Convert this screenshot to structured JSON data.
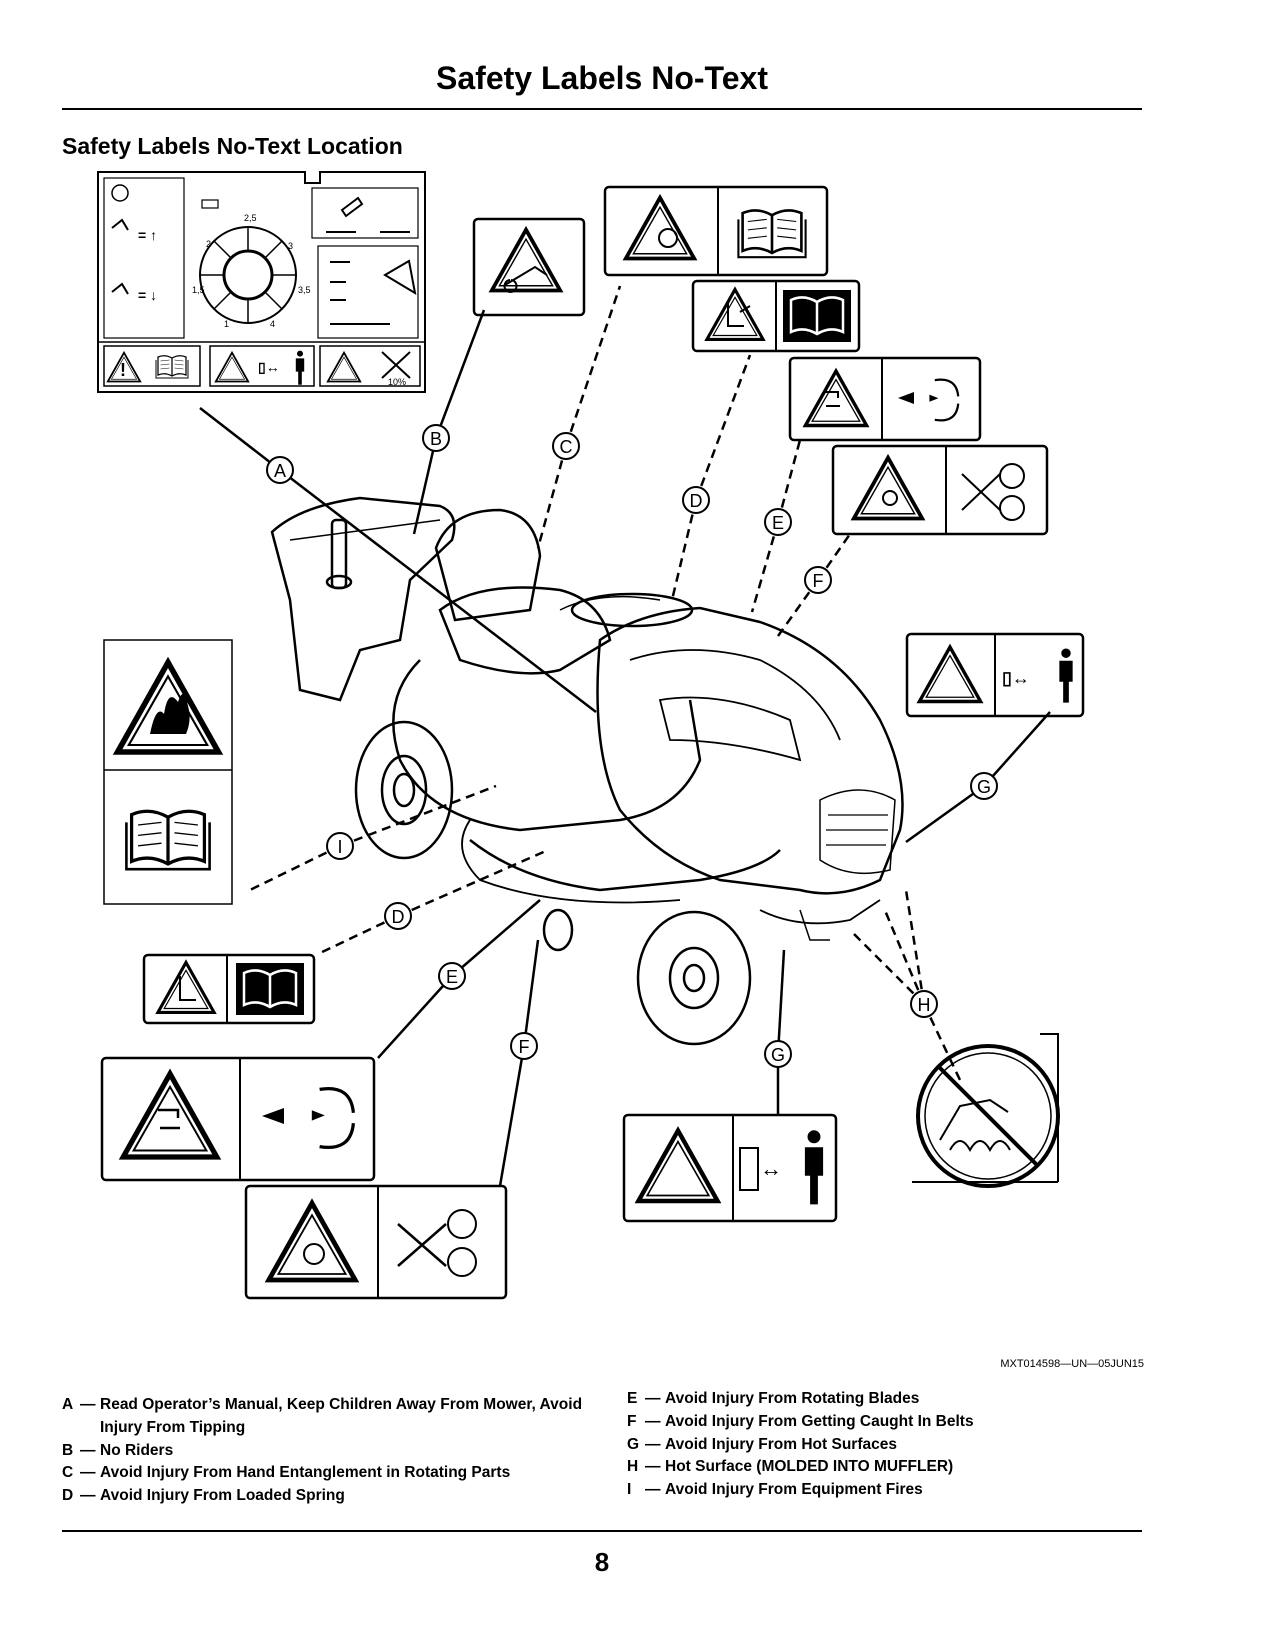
{
  "header": {
    "title": "Safety Labels No-Text"
  },
  "section": {
    "subtitle": "Safety Labels No-Text Location"
  },
  "callouts": {
    "A": "A",
    "B": "B",
    "C": "C",
    "D": "D",
    "E": "E",
    "F": "F",
    "G": "G",
    "H": "H",
    "I": "I"
  },
  "dial": {
    "speed_25": "2,5",
    "speed_2": "2",
    "speed_3": "3",
    "speed_15": "1,5",
    "speed_35": "3,5",
    "speed_1": "1",
    "speed_4": "4"
  },
  "slope_label": "10%",
  "figure_code": "MXT014598—UN—05JUN15",
  "legend_left": [
    {
      "key": "A",
      "text": "Read Operator’s Manual, Keep Children Away From Mower, Avoid Injury From Tipping"
    },
    {
      "key": "B",
      "text": "No Riders"
    },
    {
      "key": "C",
      "text": "Avoid Injury From Hand Entanglement in Rotating Parts"
    },
    {
      "key": "D",
      "text": "Avoid Injury From Loaded Spring"
    }
  ],
  "legend_right": [
    {
      "key": "E",
      "text": "Avoid Injury From Rotating Blades"
    },
    {
      "key": "F",
      "text": "Avoid Injury From Getting Caught In Belts"
    },
    {
      "key": "G",
      "text": "Avoid Injury From Hot Surfaces"
    },
    {
      "key": "H",
      "text": "Hot Surface (MOLDED INTO MUFFLER)"
    },
    {
      "key": "I",
      "text": "Avoid Injury From Equipment Fires"
    }
  ],
  "page": {
    "number": "8"
  }
}
